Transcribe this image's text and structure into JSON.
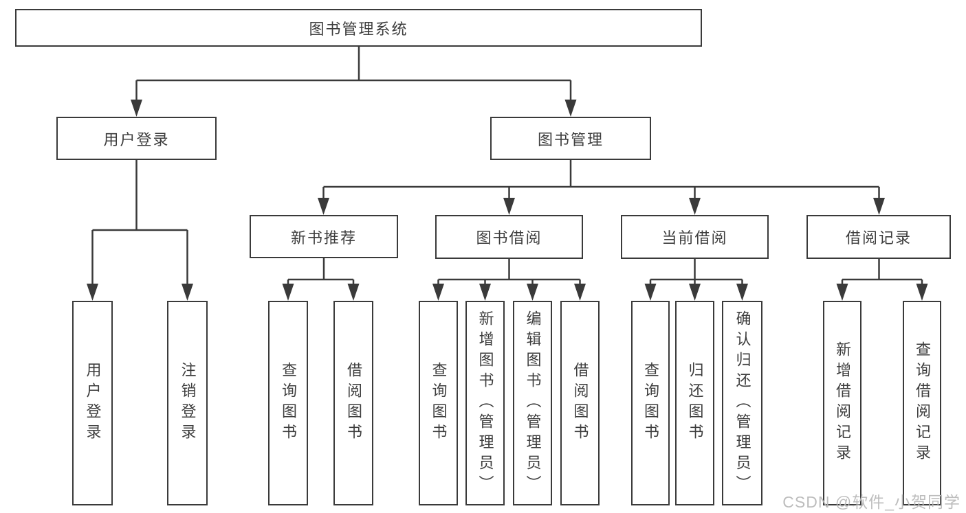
{
  "diagram": {
    "title": "图书管理系统",
    "nodes": [
      {
        "id": "root",
        "label": "图书管理系统",
        "parent": null,
        "orientation": "horizontal"
      },
      {
        "id": "user-login",
        "label": "用户登录",
        "parent": "root",
        "orientation": "horizontal"
      },
      {
        "id": "book-mgmt",
        "label": "图书管理",
        "parent": "root",
        "orientation": "horizontal"
      },
      {
        "id": "new-book-rec",
        "label": "新书推荐",
        "parent": "book-mgmt",
        "orientation": "horizontal"
      },
      {
        "id": "book-borrow",
        "label": "图书借阅",
        "parent": "book-mgmt",
        "orientation": "horizontal"
      },
      {
        "id": "current-borrow",
        "label": "当前借阅",
        "parent": "book-mgmt",
        "orientation": "horizontal"
      },
      {
        "id": "borrow-record",
        "label": "借阅记录",
        "parent": "book-mgmt",
        "orientation": "horizontal"
      },
      {
        "id": "login",
        "label": "用户登录",
        "parent": "user-login",
        "orientation": "vertical"
      },
      {
        "id": "logout",
        "label": "注销登录",
        "parent": "user-login",
        "orientation": "vertical"
      },
      {
        "id": "rec-query",
        "label": "查询图书",
        "parent": "new-book-rec",
        "orientation": "vertical"
      },
      {
        "id": "rec-borrow",
        "label": "借阅图书",
        "parent": "new-book-rec",
        "orientation": "vertical"
      },
      {
        "id": "bb-query",
        "label": "查询图书",
        "parent": "book-borrow",
        "orientation": "vertical"
      },
      {
        "id": "bb-add",
        "label": "新增图书（管理员）",
        "parent": "book-borrow",
        "orientation": "vertical"
      },
      {
        "id": "bb-edit",
        "label": "编辑图书（管理员）",
        "parent": "book-borrow",
        "orientation": "vertical"
      },
      {
        "id": "bb-borrow",
        "label": "借阅图书",
        "parent": "book-borrow",
        "orientation": "vertical"
      },
      {
        "id": "cb-query",
        "label": "查询图书",
        "parent": "current-borrow",
        "orientation": "vertical"
      },
      {
        "id": "cb-return",
        "label": "归还图书",
        "parent": "current-borrow",
        "orientation": "vertical"
      },
      {
        "id": "cb-confirm",
        "label": "确认归还（管理员）",
        "parent": "current-borrow",
        "orientation": "vertical"
      },
      {
        "id": "br-add",
        "label": "新增借阅记录",
        "parent": "borrow-record",
        "orientation": "vertical"
      },
      {
        "id": "br-query",
        "label": "查询借阅记录",
        "parent": "borrow-record",
        "orientation": "vertical"
      }
    ]
  },
  "watermark": {
    "text": "CSDN @软件_小贺同学"
  },
  "colors": {
    "line": "#3a3a3a",
    "text": "#3d3d3d",
    "watermark": "#b8b8b8",
    "background": "#ffffff"
  }
}
